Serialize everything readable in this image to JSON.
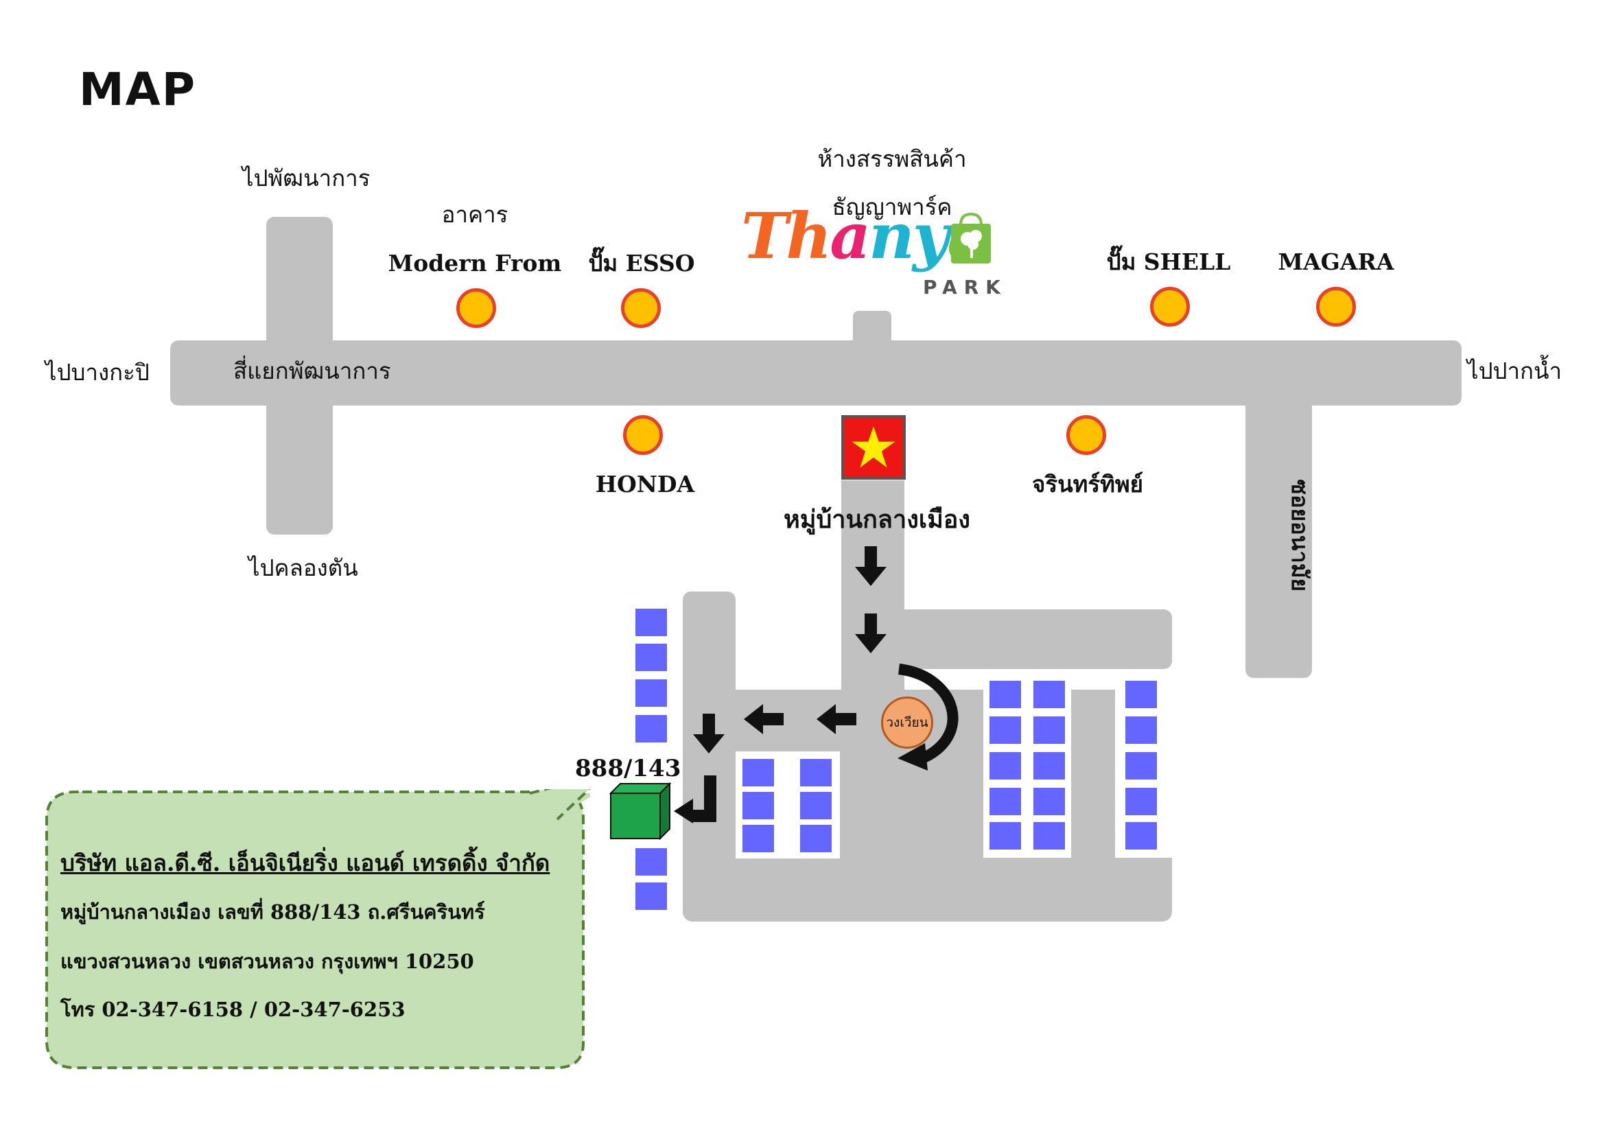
{
  "title": "MAP",
  "roads": {
    "to_pattanakarn": "ไปพัฒนาการ",
    "to_bangkapi": "ไปบางกะปิ",
    "intersection": "สี่แยกพัฒนาการ",
    "to_klongton": "ไปคลองตัน",
    "to_paknam": "ไปปากน้ำ",
    "soi_onamai": "ซอยอนามัย"
  },
  "landmarks": {
    "modern_form_line1": "อาคาร",
    "modern_form_line2": "Modern From",
    "esso": "ปั๊ม ESSO",
    "mall_line1": "ห้างสรรพสินค้า",
    "mall_line2": "ธัญญาพาร์ค",
    "shell": "ปั๊ม SHELL",
    "magara": "MAGARA",
    "honda": "HONDA",
    "jarintip": "จรินทร์ทิพย์",
    "village": "หมู่บ้านกลางเมือง",
    "roundabout": "วงเวียน",
    "house_no": "888/143"
  },
  "logo": {
    "wordmark": "Thanya",
    "sub": "PARK"
  },
  "info": {
    "company": "บริษัท แอล.ดี.ซี. เอ็นจิเนียริ่ง แอนด์ เทรดดิ้ง จำกัด",
    "line1": "หมู่บ้านกลางเมือง เลขที่ 888/143 ถ.ศรีนครินทร์",
    "line2": "แขวงสวนหลวง เขตสวนหลวง กรุงเทพฯ 10250",
    "line3": "โทร 02-347-6158 / 02-347-6253"
  },
  "colors": {
    "road": "#c1c1c1",
    "poi_fill": "#ffc000",
    "poi_ring": "#e8412a",
    "building": "#6565ff",
    "destination": "#1ea34a",
    "marker": "#ee1515",
    "star": "#ffee00",
    "callout": "#c5e0b4",
    "callout_border": "#538135"
  }
}
